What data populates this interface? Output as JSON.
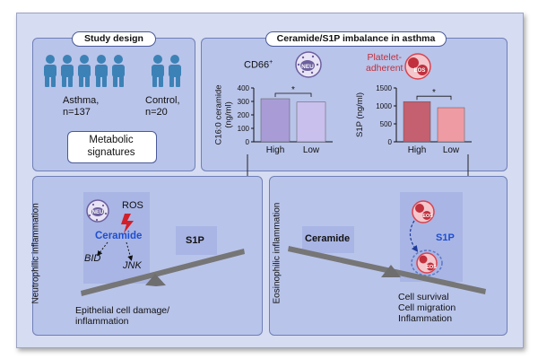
{
  "study": {
    "title": "Study design",
    "asthma_group": "Asthma,\nn=137",
    "control_group": "Control,\nn=20",
    "signatures_box": "Metabolic\nsignatures"
  },
  "imbalance": {
    "title": "Ceramide/S1P imbalance in asthma",
    "cd66": "CD66",
    "cd66_sup": "+",
    "neu": "NEU",
    "platelet": "Platelet-\nadherent",
    "eos": "EOS"
  },
  "chart_data": [
    {
      "type": "bar",
      "ylabel": "C16:0 ceramide\n(ng/ml)",
      "categories": [
        "High",
        "Low"
      ],
      "values": [
        320,
        295
      ],
      "ylim": [
        0,
        400
      ],
      "yticks": [
        "0",
        "100",
        "200",
        "300",
        "400"
      ],
      "significance": "*",
      "colors": [
        "#a99cd6",
        "#c9c0ee"
      ]
    },
    {
      "type": "bar",
      "ylabel": "S1P (ng/ml)",
      "categories": [
        "High",
        "Low"
      ],
      "values": [
        1120,
        950
      ],
      "ylim": [
        0,
        1500
      ],
      "yticks": [
        "0",
        "500",
        "1000",
        "1500"
      ],
      "significance": "*",
      "colors": [
        "#c4606f",
        "#ef9ba3"
      ]
    }
  ],
  "neutrophilic": {
    "side_label": "Neutrophilic inflammation",
    "neu": "NEU",
    "ros": "ROS",
    "ceramide": "Ceramide",
    "bid": "BID",
    "jnk": "JNK",
    "s1p": "S1P",
    "outcome": "Epithelial cell damage/\ninflammation"
  },
  "eosinophilic": {
    "side_label": "Eosinophilic inflammation",
    "ceramide": "Ceramide",
    "s1p": "S1P",
    "eos": "EOS",
    "outcome": "Cell survival\nCell migration\nInflammation"
  },
  "colors": {
    "person": "#3d82b6",
    "ceramide_text": "#1f4fd0",
    "s1p_text": "#1f4fd0",
    "ros_bolt": "#d1202a",
    "neu_cell": "#6b5f9e",
    "eos_cell": "#d9434f"
  }
}
